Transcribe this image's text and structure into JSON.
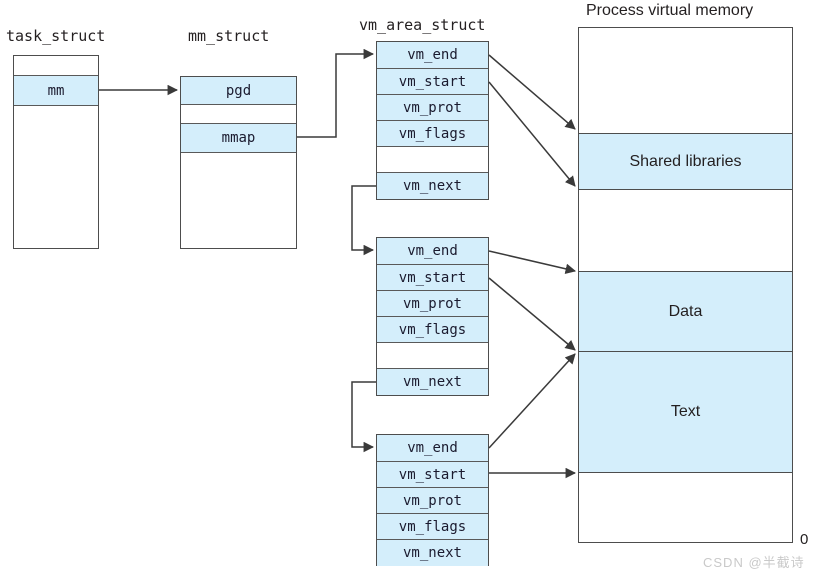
{
  "figure": {
    "kind": "linux-virtual-memory-structures-diagram",
    "watermark": "CSDN @半截诗",
    "zero_label": "0"
  },
  "labels": {
    "task_struct": "task_struct",
    "mm_struct": "mm_struct",
    "vm_area_struct": "vm_area_struct",
    "process_virtual_memory": "Process virtual memory"
  },
  "task_struct": {
    "rows": [
      {
        "text": "",
        "filled": false
      },
      {
        "text": "mm",
        "filled": true
      },
      {
        "text": "",
        "filled": false
      }
    ]
  },
  "mm_struct": {
    "rows": [
      {
        "text": "pgd",
        "filled": true
      },
      {
        "text": "",
        "filled": false
      },
      {
        "text": "mmap",
        "filled": true
      },
      {
        "text": "",
        "filled": false
      }
    ]
  },
  "vm_area_structs": [
    {
      "name": "vma-1",
      "rows": [
        {
          "text": "vm_end",
          "filled": true
        },
        {
          "text": "vm_start",
          "filled": true
        },
        {
          "text": "vm_prot",
          "filled": true
        },
        {
          "text": "vm_flags",
          "filled": true
        },
        {
          "text": "",
          "filled": false
        },
        {
          "text": "vm_next",
          "filled": true
        }
      ]
    },
    {
      "name": "vma-2",
      "rows": [
        {
          "text": "vm_end",
          "filled": true
        },
        {
          "text": "vm_start",
          "filled": true
        },
        {
          "text": "vm_prot",
          "filled": true
        },
        {
          "text": "vm_flags",
          "filled": true
        },
        {
          "text": "",
          "filled": false
        },
        {
          "text": "vm_next",
          "filled": true
        }
      ]
    },
    {
      "name": "vma-3",
      "rows": [
        {
          "text": "vm_end",
          "filled": true
        },
        {
          "text": "vm_start",
          "filled": true
        },
        {
          "text": "vm_prot",
          "filled": true
        },
        {
          "text": "vm_flags",
          "filled": true
        },
        {
          "text": "vm_next",
          "filled": true
        }
      ]
    }
  ],
  "process_memory": {
    "segments": [
      {
        "name": "gap-top",
        "label": "",
        "filled": false
      },
      {
        "name": "shared-libraries",
        "label": "Shared libraries",
        "filled": true
      },
      {
        "name": "gap-middle",
        "label": "",
        "filled": false
      },
      {
        "name": "data",
        "label": "Data",
        "filled": true
      },
      {
        "name": "text",
        "label": "Text",
        "filled": true
      },
      {
        "name": "gap-bottom",
        "label": "",
        "filled": false
      }
    ]
  },
  "colors": {
    "fill": "#d4eefb",
    "stroke": "#4d4d4d",
    "text": "#231f20",
    "watermark": "#c9c9c9"
  }
}
